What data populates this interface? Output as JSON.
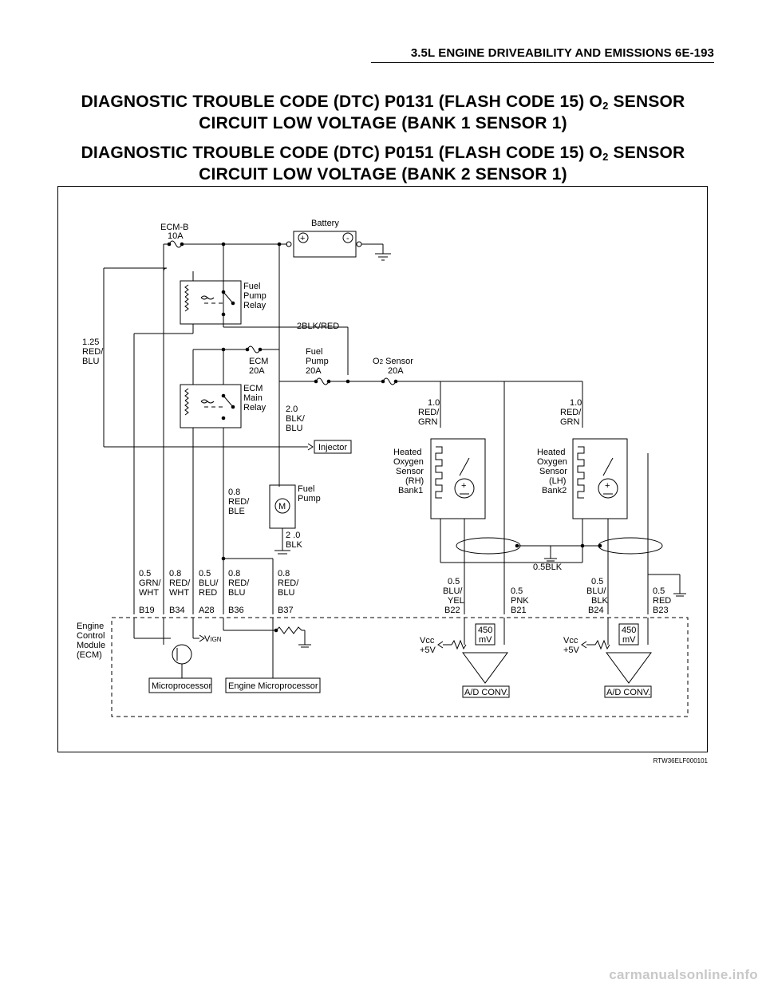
{
  "header": {
    "text": "3.5L ENGINE DRIVEABILITY AND EMISSIONS 6E-193"
  },
  "titles": [
    {
      "line1_pre": "DIAGNOSTIC TROUBLE CODE (DTC) P0131 (FLASH CODE 15) O",
      "sub": "2",
      "line1_post": " SENSOR",
      "line2": "CIRCUIT LOW VOLTAGE (BANK 1 SENSOR 1)"
    },
    {
      "line1_pre": "DIAGNOSTIC TROUBLE CODE (DTC) P0151 (FLASH CODE 15) O",
      "sub": "2",
      "line1_post": " SENSOR",
      "line2": "CIRCUIT LOW VOLTAGE (BANK 2 SENSOR 1)"
    }
  ],
  "diagram": {
    "battery": "Battery",
    "ecmb_fuse": [
      "ECM-B",
      "10A"
    ],
    "fuel_pump_relay": [
      "Fuel",
      "Pump",
      "Relay"
    ],
    "wire_2blkred": "2BLK/RED",
    "wire_125": [
      "1.25",
      "RED/",
      "BLU"
    ],
    "ecm_fuse": [
      "ECM",
      "20A"
    ],
    "fuel_pump_fuse": [
      "Fuel",
      "Pump",
      "20A"
    ],
    "o2_fuse_pre": "O",
    "o2_fuse_sub": "2",
    "o2_fuse_post": " Sensor",
    "o2_fuse_amp": "20A",
    "ecm_main_relay": [
      "ECM",
      "Main",
      "Relay"
    ],
    "wire_20": [
      "2.0",
      "BLK/",
      "BLU"
    ],
    "injector": "Injector",
    "wire_10_left": [
      "1.0",
      "RED/",
      "GRN"
    ],
    "wire_10_right": [
      "1.0",
      "RED/",
      "GRN"
    ],
    "sensor_rh": [
      "Heated",
      "Oxygen",
      "Sensor",
      "(RH)",
      "Bank1"
    ],
    "sensor_lh": [
      "Heated",
      "Oxygen",
      "Sensor",
      "(LH)",
      "Bank2"
    ],
    "wire_08_red_ble": [
      "0.8",
      "RED/",
      "BLE"
    ],
    "fuel_pump": [
      "Fuel",
      "Pump"
    ],
    "motor": "M",
    "wire_20_blk": [
      "2 .0",
      "BLK"
    ],
    "wire_05blk": "0.5BLK",
    "ecm_wires": [
      {
        "lines": [
          "0.5",
          "GRN/",
          "WHT"
        ],
        "pin": "B19"
      },
      {
        "lines": [
          "0.8",
          "RED/",
          "WHT"
        ],
        "pin": "B34"
      },
      {
        "lines": [
          "0.5",
          "BLU/",
          "RED"
        ],
        "pin": "A28"
      },
      {
        "lines": [
          "0.8",
          "RED/",
          "BLU"
        ],
        "pin": "B36"
      },
      {
        "lines": [
          "0.8",
          "RED/",
          "BLU"
        ],
        "pin": "B37"
      }
    ],
    "sensor_wires": [
      {
        "lines": [
          "0.5",
          "BLU/",
          "YEL",
          "B22"
        ]
      },
      {
        "lines": [
          "0.5",
          "PNK",
          "B21"
        ]
      },
      {
        "lines": [
          "0.5",
          "BLU/",
          "BLK",
          "B24"
        ]
      },
      {
        "lines": [
          "0.5",
          "RED",
          "B23"
        ]
      }
    ],
    "ecm_label": [
      "Engine",
      "Control",
      "Module",
      "(ECM)"
    ],
    "vign": "V",
    "vign_sub": "IGN",
    "microprocessor": "Microprocessor",
    "engine_microprocessor": "Engine Microprocessor",
    "vcc": [
      "Vcc",
      "+5V"
    ],
    "mv": [
      "450",
      "mV"
    ],
    "adconv": "A/D CONV."
  },
  "figure_code": "RTW36ELF000101",
  "watermark": "carmanualsonline.info"
}
